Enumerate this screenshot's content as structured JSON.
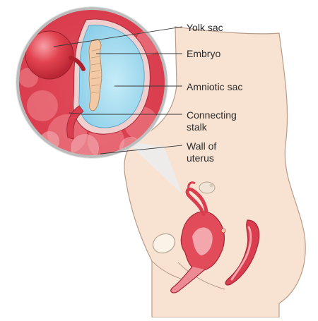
{
  "labels": {
    "yolk_sac": "Yolk sac",
    "embryo": "Embryo",
    "amniotic_sac": "Amniotic sac",
    "connecting_stalk": [
      "Connecting",
      "stalk"
    ],
    "wall_of_uterus": [
      "Wall of",
      "uterus"
    ]
  },
  "colors": {
    "skin": "#f8e3d3",
    "skin_outline": "#b99b88",
    "uterine_wall": "#d93d4e",
    "uterine_light": "#f2a6ad",
    "amniotic_fluid": "#a8dcef",
    "embryo": "#f1c9a5",
    "yolk_sac": "#d8323f",
    "leader_line": "#3a3a3a"
  }
}
